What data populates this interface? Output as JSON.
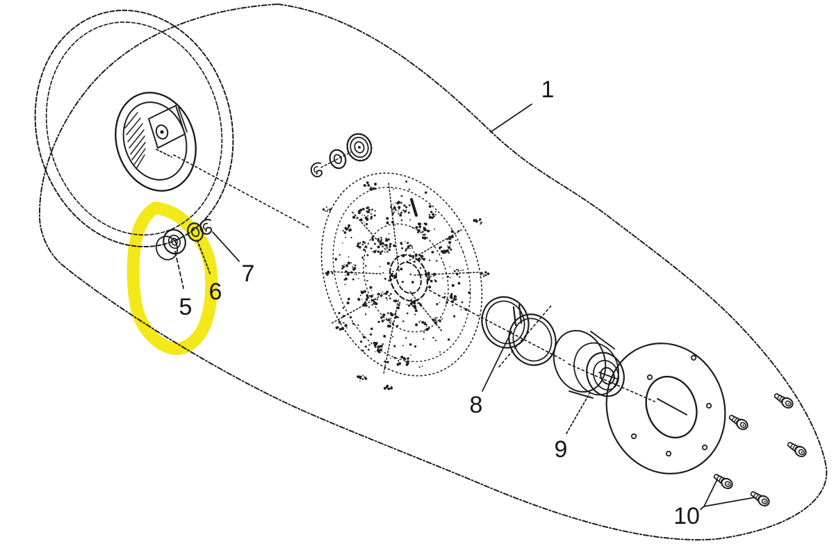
{
  "diagram": {
    "background": "#ffffff",
    "ink": "#1c1c1c",
    "highlight": "#f2e70e",
    "callouts": [
      {
        "label": "1",
        "leader_style": "solid"
      },
      {
        "label": "5",
        "leader_style": "dashed"
      },
      {
        "label": "6",
        "leader_style": "dotted"
      },
      {
        "label": "7",
        "leader_style": "solid"
      },
      {
        "label": "8",
        "leader_style": "solid"
      },
      {
        "label": "9",
        "leader_style": "dotted"
      },
      {
        "label": "10",
        "leader_style": "solid"
      }
    ]
  }
}
